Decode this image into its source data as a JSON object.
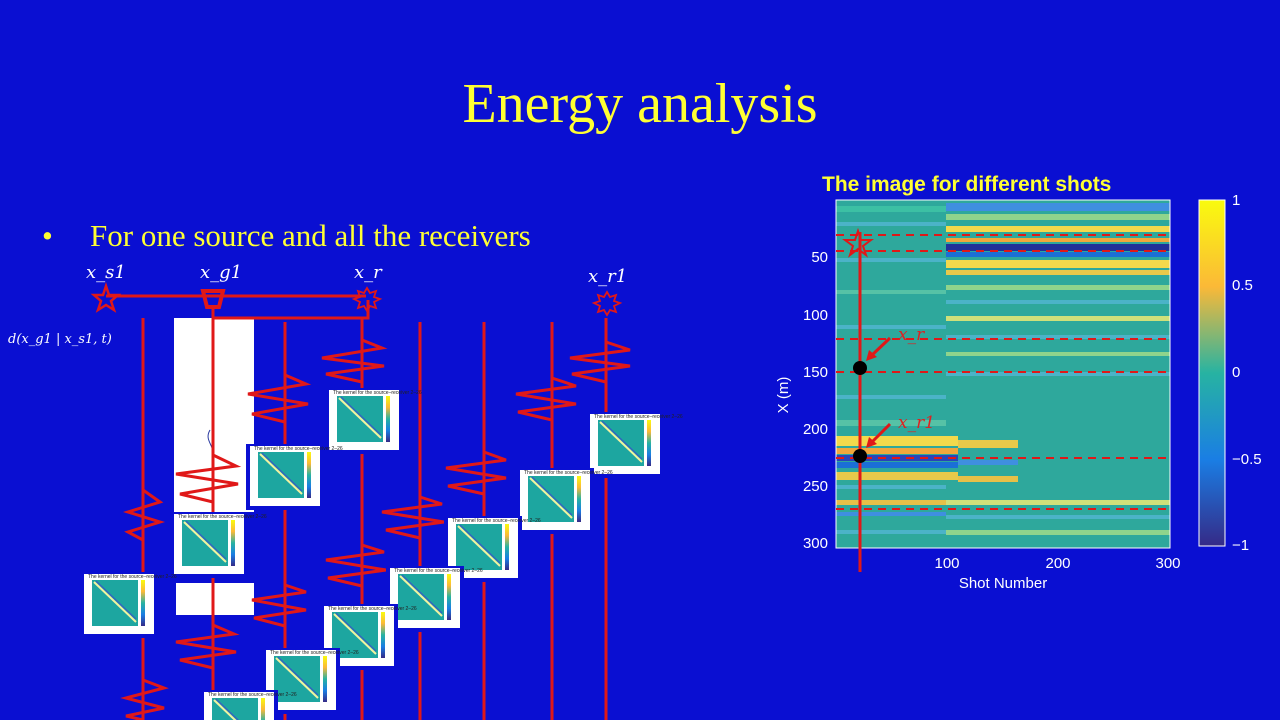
{
  "slide": {
    "title": "Energy analysis",
    "bullet_symbol": "•",
    "bullet_text": "For one source and all the receivers"
  },
  "diagram": {
    "labels": {
      "source": "x_s1",
      "geophone": "x_g1",
      "receiver": "x_r",
      "receiver1": "x_r1",
      "data": "d(x_g1 | x_s1, t)"
    },
    "kernel_title": "The kernel for the source–receiver 2–26"
  },
  "image_panel": {
    "title": "The image for different shots",
    "xlabel": "Shot Number",
    "ylabel": "X (m)",
    "xticks": [
      "100",
      "200",
      "300"
    ],
    "yticks": [
      "50",
      "100",
      "150",
      "200",
      "250",
      "300"
    ],
    "colorbar_ticks": [
      "1",
      "0.5",
      "0",
      "−0.5",
      "−1"
    ],
    "marker_labels": [
      "x_r",
      "x_r1"
    ]
  },
  "colors": {
    "background": "#0a0fd2",
    "title": "#ffff33",
    "annotation_red": "#e02020",
    "image_bg": "#2ea89c"
  }
}
